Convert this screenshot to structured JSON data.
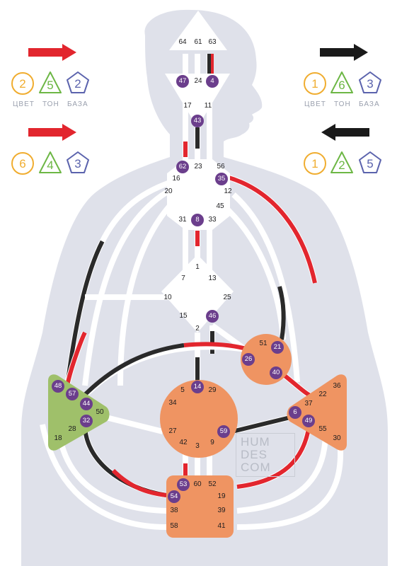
{
  "left_panel": {
    "rows": [
      {
        "arrow_color": "#e2262e",
        "direction": "right",
        "color": "2",
        "tone": "5",
        "base": "2"
      },
      {
        "arrow_color": "#e2262e",
        "direction": "right",
        "color": "6",
        "tone": "4",
        "base": "3"
      }
    ],
    "labels": {
      "color": "ЦВЕТ",
      "tone": "ТОН",
      "base": "БАЗА"
    }
  },
  "right_panel": {
    "rows": [
      {
        "arrow_color": "#1a1a1a",
        "direction": "right",
        "color": "1",
        "tone": "6",
        "base": "3"
      },
      {
        "arrow_color": "#1a1a1a",
        "direction": "left",
        "color": "1",
        "tone": "2",
        "base": "5"
      }
    ],
    "labels": {
      "color": "ЦВЕТ",
      "tone": "ТОН",
      "base": "БАЗА"
    }
  },
  "colors": {
    "design_red": "#e2262e",
    "personality_black": "#2a2a2a",
    "defined_orange": "#ef9462",
    "spleen_green": "#9fc06a",
    "gate_activation": "#6b3e8c",
    "silhouette": "#dfe1ea",
    "color_badge": "#f0ad30",
    "tone_badge": "#6db745",
    "base_badge": "#5b63ad"
  },
  "centers": {
    "head": {
      "gates": [
        {
          "n": "64",
          "active": false
        },
        {
          "n": "61",
          "active": false
        },
        {
          "n": "63",
          "active": false
        }
      ]
    },
    "ajna": {
      "gates": [
        {
          "n": "47",
          "active": true
        },
        {
          "n": "24",
          "active": false
        },
        {
          "n": "4",
          "active": true
        },
        {
          "n": "17",
          "active": false
        },
        {
          "n": "11",
          "active": false
        },
        {
          "n": "43",
          "active": true
        }
      ]
    },
    "throat": {
      "gates": [
        {
          "n": "62",
          "active": true
        },
        {
          "n": "23",
          "active": false
        },
        {
          "n": "56",
          "active": false
        },
        {
          "n": "16",
          "active": false
        },
        {
          "n": "35",
          "active": true
        },
        {
          "n": "20",
          "active": false
        },
        {
          "n": "12",
          "active": false
        },
        {
          "n": "45",
          "active": false
        },
        {
          "n": "31",
          "active": false
        },
        {
          "n": "8",
          "active": true
        },
        {
          "n": "33",
          "active": false
        }
      ]
    },
    "g": {
      "gates": [
        {
          "n": "1",
          "active": false
        },
        {
          "n": "7",
          "active": false
        },
        {
          "n": "13",
          "active": false
        },
        {
          "n": "10",
          "active": false
        },
        {
          "n": "25",
          "active": false
        },
        {
          "n": "15",
          "active": false
        },
        {
          "n": "46",
          "active": true
        },
        {
          "n": "2",
          "active": false
        }
      ]
    },
    "heart": {
      "gates": [
        {
          "n": "51",
          "active": false
        },
        {
          "n": "21",
          "active": true
        },
        {
          "n": "26",
          "active": true
        },
        {
          "n": "40",
          "active": true
        }
      ]
    },
    "spleen": {
      "gates": [
        {
          "n": "48",
          "active": true
        },
        {
          "n": "57",
          "active": true
        },
        {
          "n": "44",
          "active": true
        },
        {
          "n": "50",
          "active": false
        },
        {
          "n": "32",
          "active": true
        },
        {
          "n": "28",
          "active": false
        },
        {
          "n": "18",
          "active": false
        }
      ]
    },
    "sacral": {
      "gates": [
        {
          "n": "5",
          "active": false
        },
        {
          "n": "14",
          "active": true
        },
        {
          "n": "29",
          "active": false
        },
        {
          "n": "34",
          "active": false
        },
        {
          "n": "27",
          "active": false
        },
        {
          "n": "59",
          "active": true
        },
        {
          "n": "42",
          "active": false
        },
        {
          "n": "3",
          "active": false
        },
        {
          "n": "9",
          "active": false
        }
      ]
    },
    "solar_plexus": {
      "gates": [
        {
          "n": "36",
          "active": false
        },
        {
          "n": "22",
          "active": false
        },
        {
          "n": "37",
          "active": false
        },
        {
          "n": "6",
          "active": true
        },
        {
          "n": "49",
          "active": true
        },
        {
          "n": "55",
          "active": false
        },
        {
          "n": "30",
          "active": false
        }
      ]
    },
    "root": {
      "gates": [
        {
          "n": "53",
          "active": true
        },
        {
          "n": "60",
          "active": false
        },
        {
          "n": "52",
          "active": false
        },
        {
          "n": "54",
          "active": true
        },
        {
          "n": "19",
          "active": false
        },
        {
          "n": "38",
          "active": false
        },
        {
          "n": "39",
          "active": false
        },
        {
          "n": "58",
          "active": false
        },
        {
          "n": "41",
          "active": false
        }
      ]
    }
  },
  "watermark": {
    "line1": "HUM",
    "line2": "DES",
    "line3": "COM"
  }
}
